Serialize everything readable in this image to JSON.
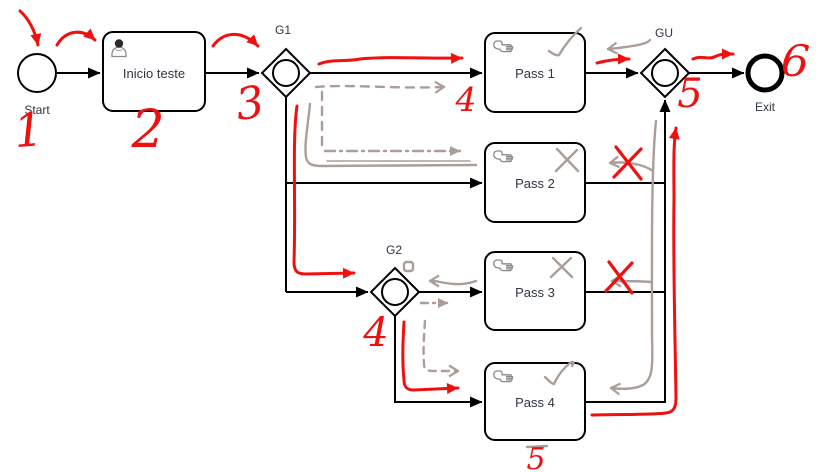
{
  "colors": {
    "line": "#000000",
    "annotation_red": "#ef1010",
    "annotation_gray": "#ab9e98",
    "label_text": "#2f3640",
    "background": "#ffffff"
  },
  "diagram": {
    "start_label": "Start",
    "exit_label": "Exit",
    "task_inicio": "Inicio teste",
    "gateway_g1": "G1",
    "gateway_g2": "G2",
    "gateway_gu": "GU",
    "task_pass1": "Pass 1",
    "task_pass2": "Pass 2",
    "task_pass3": "Pass 3",
    "task_pass4": "Pass 4",
    "icons": {
      "inicio_icon": "user-icon",
      "pass_icon": "manual-task-hand-icon"
    }
  },
  "annotations": {
    "numbers": {
      "n1": "1",
      "n2": "2",
      "n3": "3",
      "n4_pass1": "4",
      "n4_g2": "4",
      "n5_gu": "5",
      "n5_pass4": "5",
      "n6": "6"
    },
    "marks": {
      "pass1_corner": "gray-checkmark",
      "pass2_corner": "gray-x",
      "pass3_corner": "gray-x",
      "pass4_corner": "gray-checkmark",
      "pass2_out_flow": "red-x",
      "pass3_out_flow": "red-x"
    }
  }
}
